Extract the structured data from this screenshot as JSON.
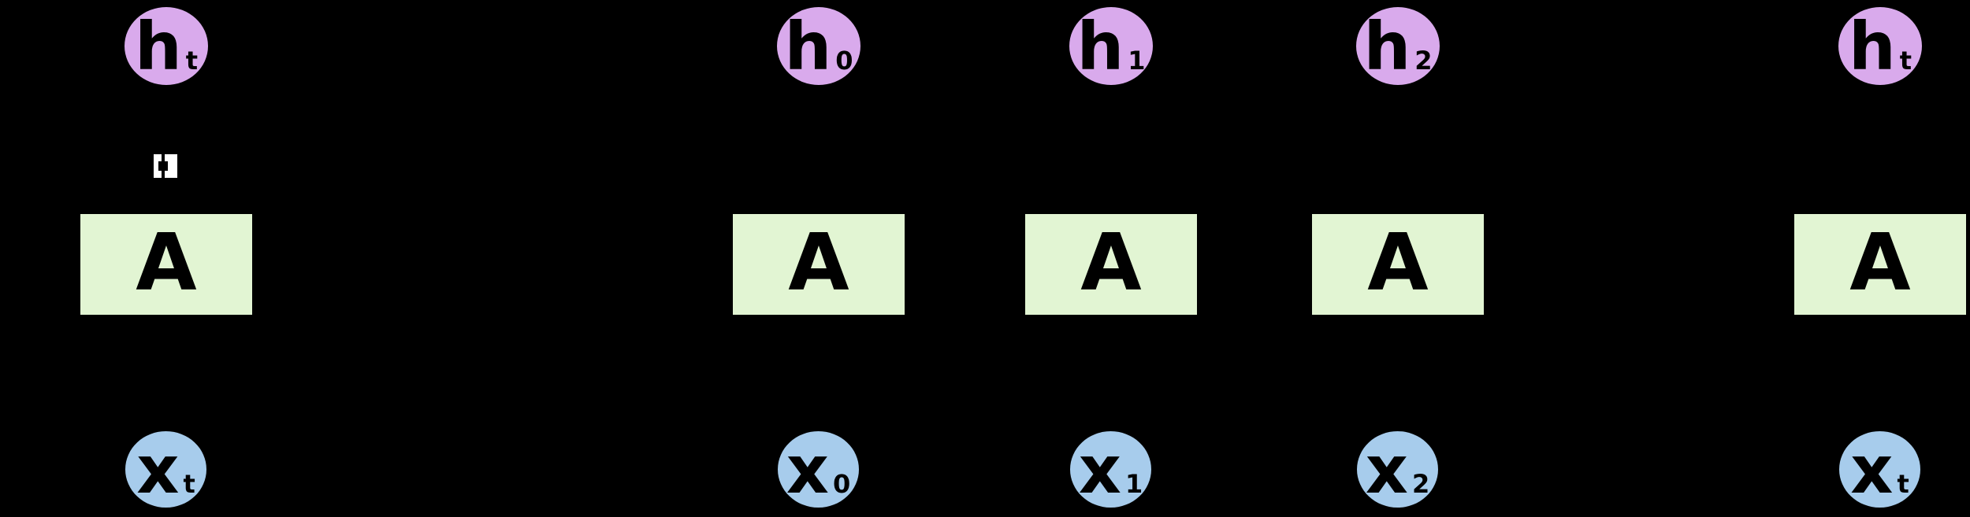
{
  "page": {
    "background_color": "#000000"
  },
  "diagram": {
    "kind": "recurrent-neural-network-unrolled",
    "colors": {
      "hidden_state_fill": "#d9aaec",
      "cell_fill": "#e2f5d3",
      "input_fill": "#a7ccec",
      "label_color": "#000000",
      "mark_color": "#ffffff"
    },
    "equals_mark": {
      "shape": "two-white-vertical-bars-rotated-equals"
    },
    "columns": [
      {
        "h": {
          "base": "h",
          "sub": "t"
        },
        "cell": "A",
        "x": {
          "base": "x",
          "sub": "t"
        }
      },
      {
        "h": {
          "base": "h",
          "sub": "0"
        },
        "cell": "A",
        "x": {
          "base": "x",
          "sub": "0"
        }
      },
      {
        "h": {
          "base": "h",
          "sub": "1"
        },
        "cell": "A",
        "x": {
          "base": "x",
          "sub": "1"
        }
      },
      {
        "h": {
          "base": "h",
          "sub": "2"
        },
        "cell": "A",
        "x": {
          "base": "x",
          "sub": "2"
        }
      },
      {
        "h": {
          "base": "h",
          "sub": "t"
        },
        "cell": "A",
        "x": {
          "base": "x",
          "sub": "t"
        }
      }
    ]
  }
}
